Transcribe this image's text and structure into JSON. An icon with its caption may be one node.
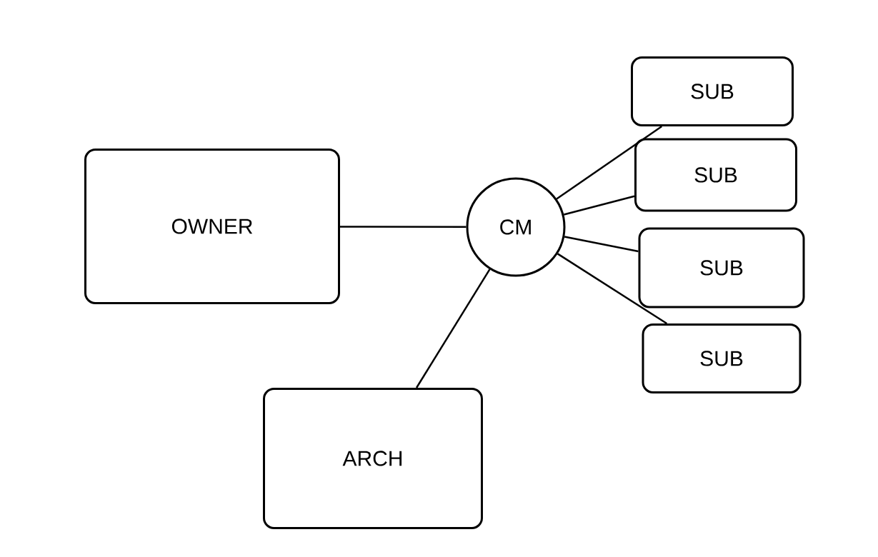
{
  "diagram": {
    "nodes": [
      {
        "text": [
          "OWNER"
        ]
      },
      {
        "text": [
          "CM"
        ]
      },
      {
        "text": [
          "SUB"
        ]
      },
      {
        "text": [
          "SUB"
        ]
      },
      {
        "text": [
          "SUB"
        ]
      },
      {
        "text": [
          "SUB"
        ]
      },
      {
        "text": [
          "ARCH"
        ]
      }
    ],
    "edges": [
      {
        "from": 0,
        "to": 1,
        "arrow": "none"
      },
      {
        "from": 1,
        "to": 2,
        "arrow": "none"
      },
      {
        "from": 1,
        "to": 3,
        "arrow": "none"
      },
      {
        "from": 1,
        "to": 4,
        "arrow": "none"
      },
      {
        "from": 1,
        "to": 5,
        "arrow": "none"
      },
      {
        "from": 1,
        "to": 6,
        "arrow": "none"
      }
    ]
  }
}
